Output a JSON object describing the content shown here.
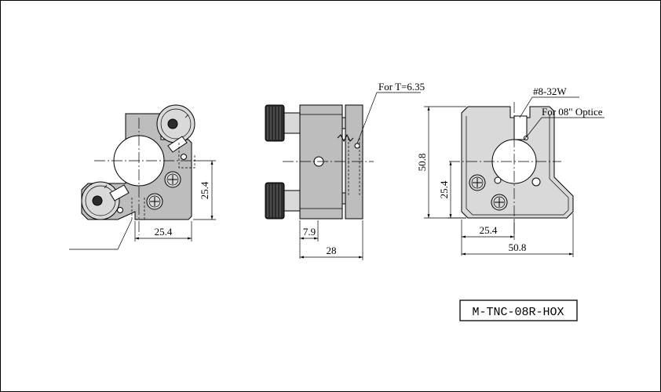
{
  "drawing": {
    "model_number": "M-TNC-08R-HOX",
    "front_view": {
      "dim_horizontal": "25.4",
      "dim_vertical": "25.4"
    },
    "side_view": {
      "callout_thickness": "For T=6.35",
      "dim_offset": "7.9",
      "dim_depth": "28"
    },
    "rear_view": {
      "callout_thread": "#8-32W",
      "callout_optic": "For 08\" Optice",
      "dim_height": "50.8",
      "dim_center_vertical": "25.4",
      "dim_center_horizontal": "25.4",
      "dim_width": "50.8"
    }
  }
}
